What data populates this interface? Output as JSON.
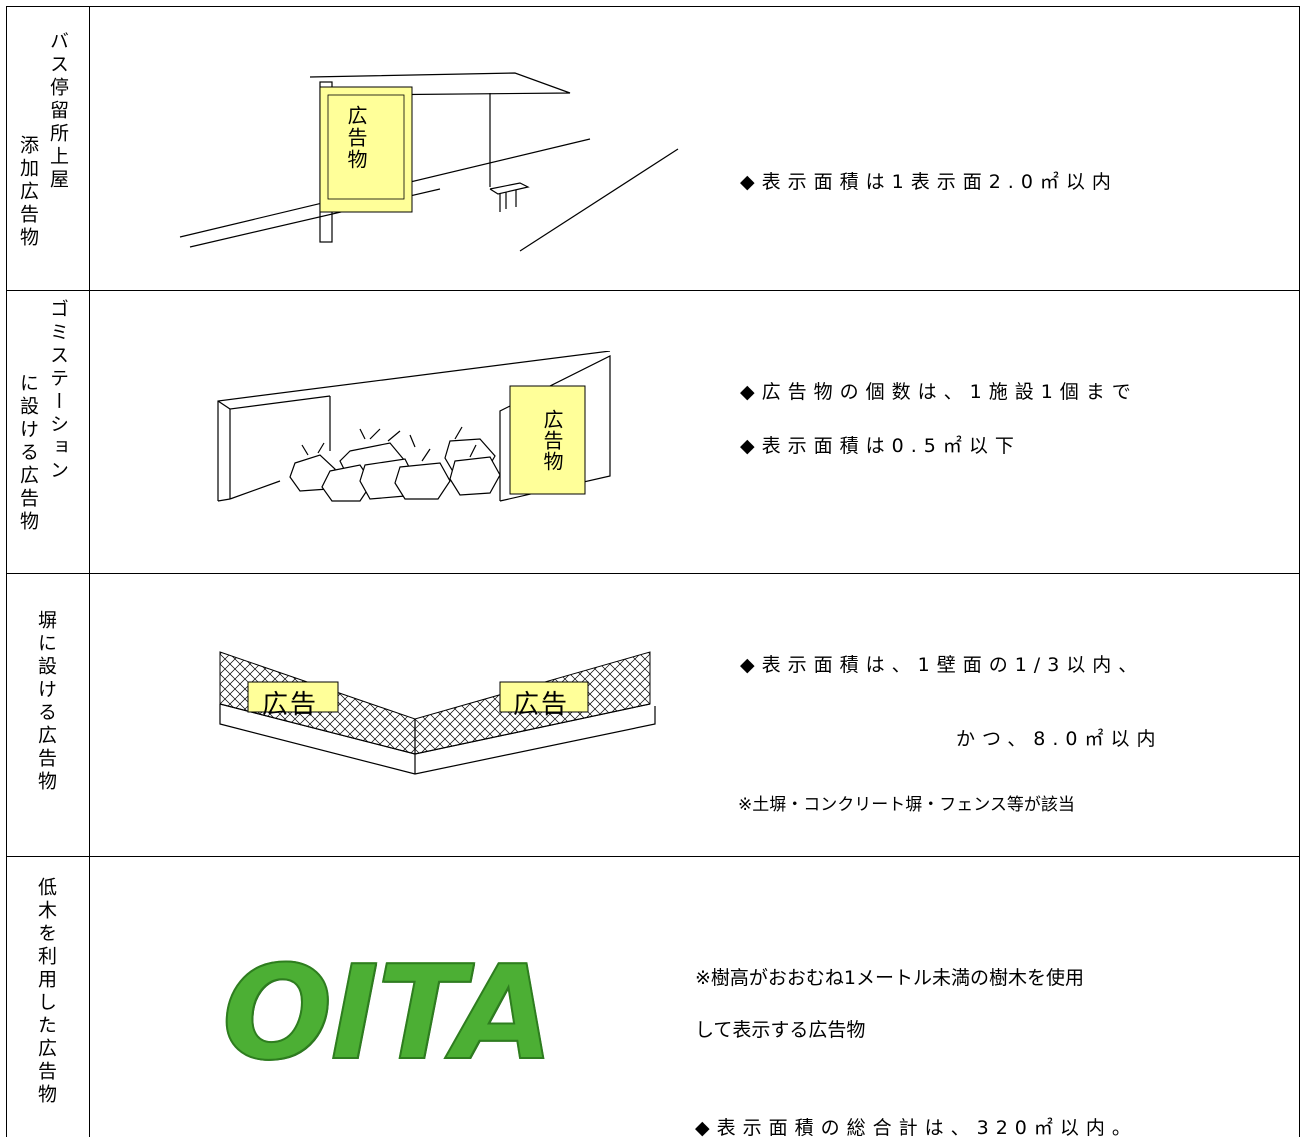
{
  "rows": [
    {
      "label_cols": [
        "バス停留所上屋",
        "添加広告物"
      ],
      "ad_text": "広告物",
      "lines": [
        "◆表示面積は1表示面2.0㎡以内"
      ]
    },
    {
      "label_cols": [
        "ゴミステーション",
        "に設ける広告物"
      ],
      "ad_text": "広告物",
      "lines": [
        "◆広告物の個数は、1施設1個まで",
        "◆表示面積は0.5㎡以下"
      ]
    },
    {
      "label_cols": [
        "塀に設ける広告物"
      ],
      "ad_text": "広告",
      "lines": [
        "◆表示面積は、1壁面の1/3以内、",
        "かつ、8.0㎡以内"
      ],
      "note": "※土塀・コンクリート塀・フェンス等が該当"
    },
    {
      "label_cols": [
        "低木を利用した広告物"
      ],
      "logo_text": "OITA",
      "lines": [
        "※樹高がおおむね1メートル未満の樹木を使用",
        "して表示する広告物",
        "◆表示面積の総合計は、320㎡以内。"
      ]
    }
  ],
  "colors": {
    "ad_fill": "#ffff99",
    "shrub": "#4caf34",
    "line": "#000000"
  }
}
